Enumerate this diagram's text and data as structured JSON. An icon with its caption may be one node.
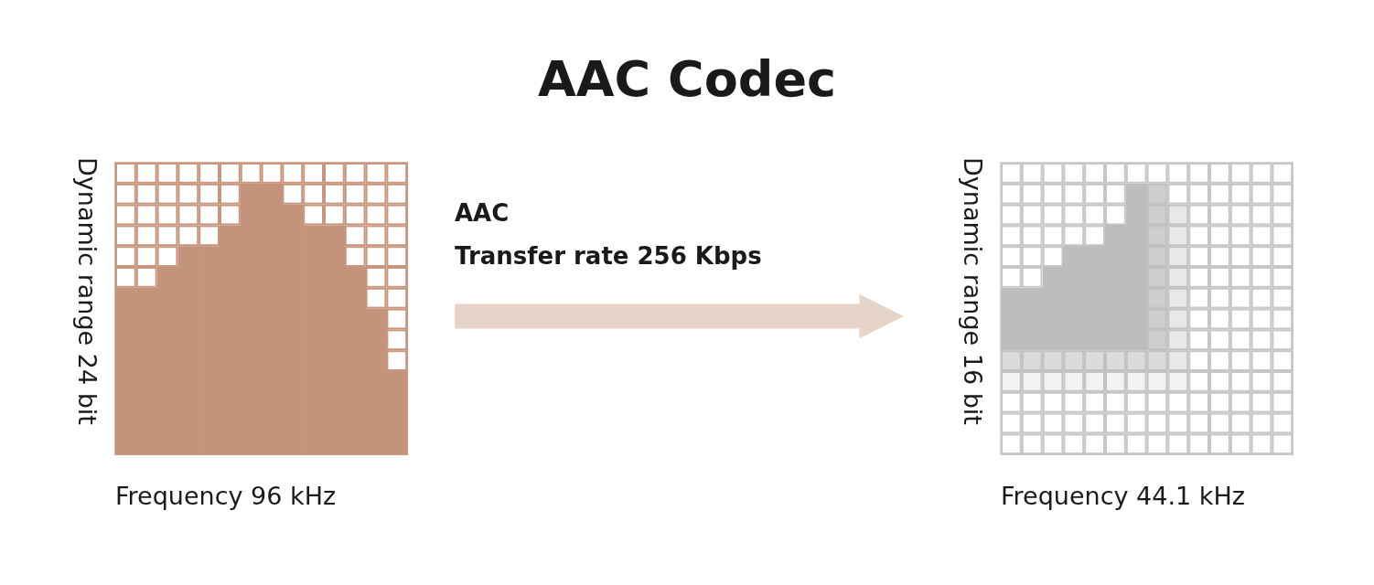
{
  "diagram": {
    "title": "AAC Codec",
    "nodes": [
      {
        "text": [],
        "shape": "picture",
        "beside": [
          "Dynamic range 24 bit",
          "Frequency 96 kHz"
        ]
      },
      {
        "text": [],
        "shape": "picture",
        "beside": [
          "Dynamic range 16 bit",
          "Frequency 44.1 kHz"
        ]
      }
    ],
    "edges": [
      {
        "from": 0,
        "to": 1,
        "arrow": "to",
        "color": "#e6d4c8"
      }
    ],
    "labels": [
      "AAC",
      "Transfer rate 256 Kbps"
    ]
  }
}
